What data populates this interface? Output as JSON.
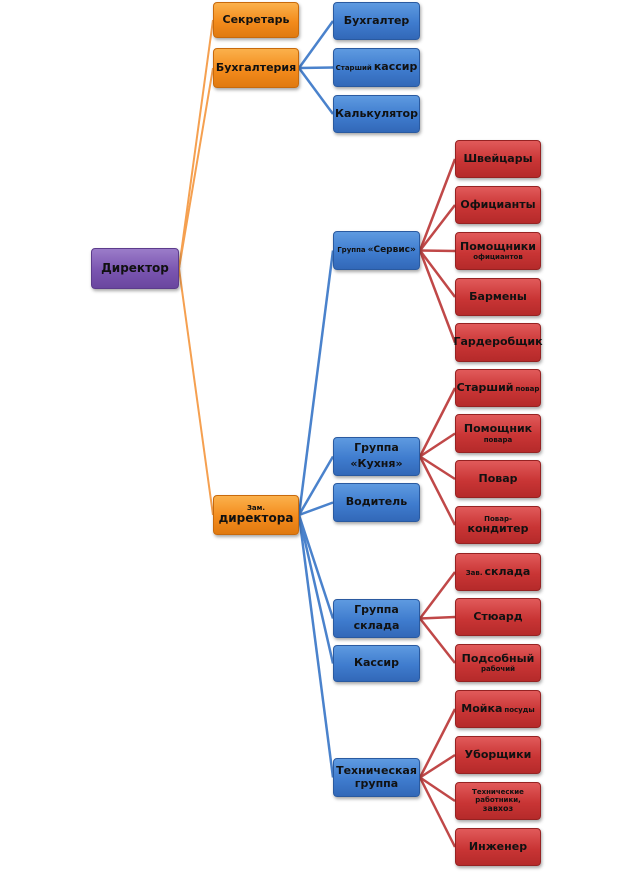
{
  "colors": {
    "root": "#7a55b0",
    "level1": "#f38b1c",
    "level2": "#3f7cce",
    "level3": "#c93535",
    "connector_orange": "#f5a050",
    "connector_blue": "#4a82cc",
    "connector_red": "#c04848"
  },
  "root": {
    "label": "Директор"
  },
  "level1": {
    "secretary": {
      "label": "Секретарь"
    },
    "accounting": {
      "label": "Бухгалтерия"
    },
    "deputy": {
      "label_small": "Зам.",
      "label": "директора"
    }
  },
  "accounting_children": {
    "accountant": {
      "label": "Бухгалтер"
    },
    "senior_cashier": {
      "label_small": "Старший",
      "label": "кассир"
    },
    "calculator": {
      "label": "Калькулятор"
    }
  },
  "deputy_children": {
    "service": {
      "label_small": "Группа",
      "label": "«Сервис»"
    },
    "kitchen": {
      "line1": "Группа",
      "line2": "«Кухня»"
    },
    "driver": {
      "label": "Водитель"
    },
    "warehouse": {
      "line1": "Группа",
      "line2": "склада"
    },
    "cashier": {
      "label": "Кассир"
    },
    "technical": {
      "line1": "Техническая",
      "line2": "группа"
    }
  },
  "service_children": {
    "doormen": {
      "label": "Швейцары"
    },
    "waiters": {
      "label": "Официанты"
    },
    "waiter_assistants": {
      "line1": "Помощники",
      "line2": "официантов"
    },
    "bartenders": {
      "label": "Бармены"
    },
    "cloakroom": {
      "label": "Гардеробщик"
    }
  },
  "kitchen_children": {
    "senior_cook": {
      "label": "Старший",
      "label_small": "повар"
    },
    "cook_assistant": {
      "line1": "Помощник",
      "line2": "повара"
    },
    "cook": {
      "label": "Повар"
    },
    "pastry_cook": {
      "line1": "Повар-",
      "line2": "кондитер"
    }
  },
  "warehouse_children": {
    "warehouse_head": {
      "label_small": "Зав.",
      "label": "склада"
    },
    "steward": {
      "label": "Стюард"
    },
    "helper": {
      "line1": "Подсобный",
      "line2": "рабочий"
    }
  },
  "technical_children": {
    "dishwashing": {
      "label": "Мойка",
      "label_small": "посуды"
    },
    "cleaners": {
      "label": "Уборщики"
    },
    "tech_workers": {
      "line1": "Технические",
      "line2": "работники,",
      "line3": "завхоз"
    },
    "engineer": {
      "label": "Инженер"
    }
  }
}
